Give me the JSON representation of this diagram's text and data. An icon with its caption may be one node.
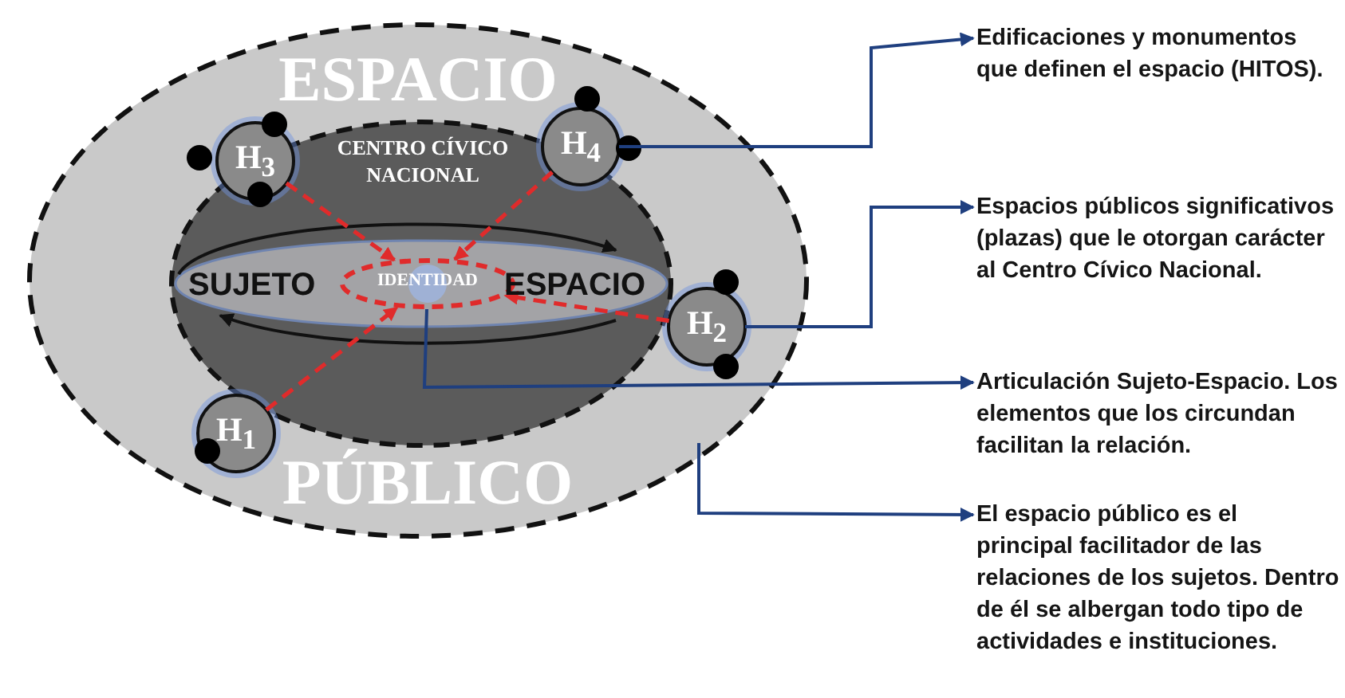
{
  "diagram": {
    "nodes": [
      {
        "text": [
          "ESPACIO",
          "PÚBLICO"
        ]
      },
      {
        "text": [
          "CENTRO CÍVICO NACIONAL"
        ],
        "in": 0
      },
      {
        "text": [
          "SUJETO"
        ],
        "in": 1
      },
      {
        "text": [
          "ESPACIO"
        ],
        "in": 1
      },
      {
        "text": [
          "IDENTIDAD"
        ],
        "in": 1
      },
      {
        "text": [
          "H$_{4}$"
        ],
        "in": 0
      },
      {
        "text": [
          "H$_{3}$"
        ],
        "in": 0
      },
      {
        "text": [
          "H$_{2}$"
        ],
        "in": 0
      },
      {
        "text": [
          "H$_{1}$"
        ],
        "in": 0
      },
      {
        "text": [
          "Edificaciones y monumentos que definen el espacio (HITOS)."
        ]
      },
      {
        "text": [
          "Espacios públicos significativos (plazas) que le otorgan carácter al Centro Cívico Nacional."
        ]
      },
      {
        "text": [
          "Articulación Sujeto-Espacio. Los elementos que los circundan facilitan la relación."
        ]
      },
      {
        "text": [
          "El espacio público es el principal facilitador de las relaciones de los sujetos. Dentro de él se albergan todo tipo de actividades e instituciones."
        ]
      }
    ],
    "edges": [
      {
        "from": 2,
        "to": 3,
        "arrow": "to",
        "color": "#111111"
      },
      {
        "from": 3,
        "to": 2,
        "arrow": "to",
        "color": "#111111"
      },
      {
        "from": 5,
        "to": 4,
        "arrow": "to",
        "style": "dashed",
        "color": "#e02b2b"
      },
      {
        "from": 6,
        "to": 4,
        "arrow": "to",
        "style": "dashed",
        "color": "#e02b2b"
      },
      {
        "from": 7,
        "to": 4,
        "arrow": "to",
        "style": "dashed",
        "color": "#e02b2b"
      },
      {
        "from": 8,
        "to": 4,
        "arrow": "to",
        "style": "dashed",
        "color": "#e02b2b"
      },
      {
        "from": 5,
        "to": 9,
        "arrow": "to",
        "color": "#1f3f7f"
      },
      {
        "from": 7,
        "to": 10,
        "arrow": "to",
        "color": "#1f3f7f"
      },
      {
        "from": 4,
        "to": 11,
        "arrow": "to",
        "color": "#1f3f7f"
      },
      {
        "from": 0,
        "to": 12,
        "arrow": "to",
        "color": "#1f3f7f"
      }
    ]
  }
}
